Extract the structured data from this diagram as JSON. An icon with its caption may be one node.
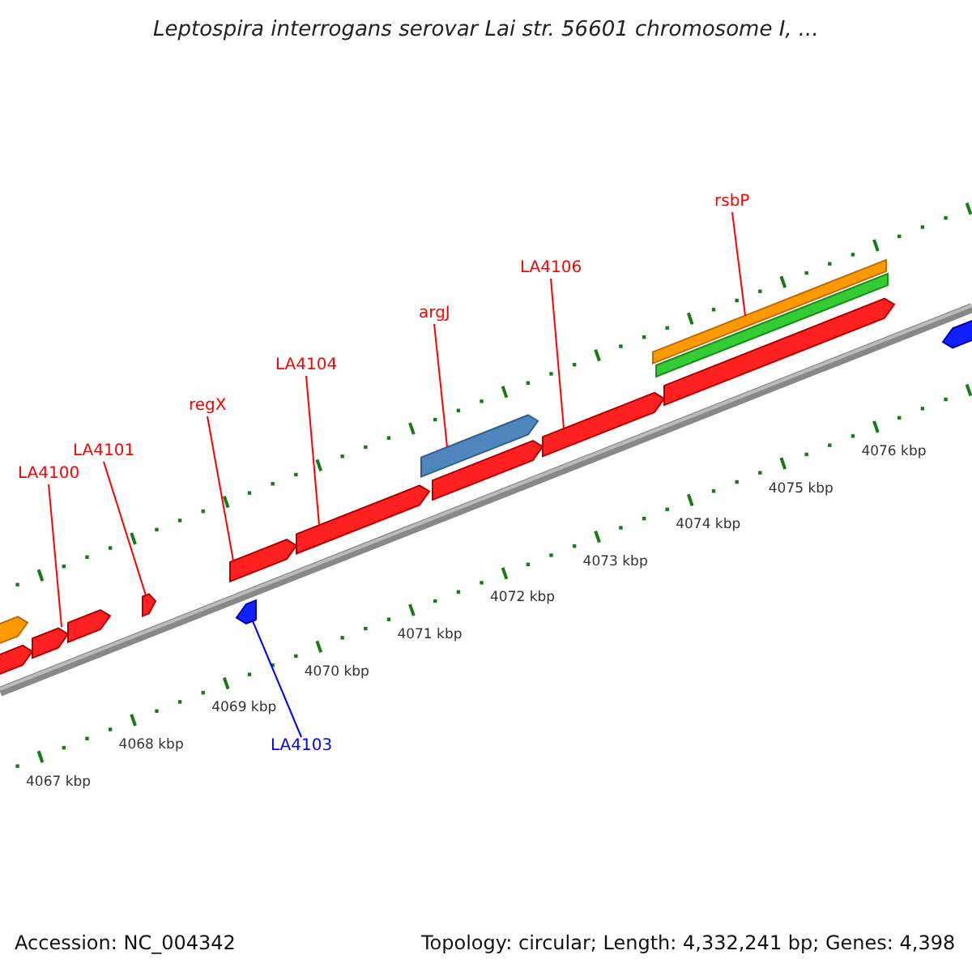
{
  "diagram": {
    "title": "Leptospira interrogans serovar Lai str. 56601 chromosome I, ...",
    "nodes": [
      {
        "text": [
          "LA4100"
        ]
      },
      {
        "text": [
          "LA4101"
        ]
      },
      {
        "text": [
          "regX"
        ]
      },
      {
        "text": [
          "LA4104"
        ]
      },
      {
        "text": [
          "argJ"
        ]
      },
      {
        "text": [
          "LA4106"
        ]
      },
      {
        "text": [
          "rsbP"
        ]
      },
      {
        "text": [
          "LA4103"
        ]
      },
      {
        "text": [],
        "shape": "bar"
      },
      {
        "text": [],
        "shape": "bar"
      },
      {
        "text": [],
        "shape": "bar"
      },
      {
        "text": [],
        "shape": "bar"
      },
      {
        "text": [],
        "shape": "bar"
      },
      {
        "text": [],
        "shape": "bar"
      },
      {
        "text": [],
        "shape": "bar"
      },
      {
        "text": [],
        "shape": "bar"
      },
      {
        "text": [],
        "shape": "bar"
      },
      {
        "text": [],
        "shape": "bar"
      },
      {
        "text": [],
        "shape": "bar"
      },
      {
        "text": [],
        "shape": "bar"
      },
      {
        "text": [],
        "shape": "bar"
      },
      {
        "text": [],
        "shape": "bar"
      },
      {
        "text": [],
        "shape": "bar"
      }
    ],
    "edges": [
      {
        "from": 0,
        "to": 10,
        "arrow": "none"
      },
      {
        "from": 1,
        "to": 12,
        "arrow": "none"
      },
      {
        "from": 2,
        "to": 14,
        "arrow": "none"
      },
      {
        "from": 3,
        "to": 15,
        "arrow": "none"
      },
      {
        "from": 4,
        "to": 16,
        "arrow": "none"
      },
      {
        "from": 5,
        "to": 18,
        "arrow": "none"
      },
      {
        "from": 6,
        "to": 19,
        "arrow": "none"
      },
      {
        "from": 7,
        "to": 13,
        "arrow": "none",
        "color": "#0000ff"
      }
    ],
    "labels": [
      "4067 kbp",
      "4068 kbp",
      "4069 kbp",
      "4070 kbp",
      "4071 kbp",
      "4072 kbp",
      "4073 kbp",
      "4074 kbp",
      "4075 kbp",
      "4076 kbp",
      "Accession: NC_004342",
      "Topology: circular; Length: 4,332,241 bp; Genes: 4,398"
    ]
  }
}
